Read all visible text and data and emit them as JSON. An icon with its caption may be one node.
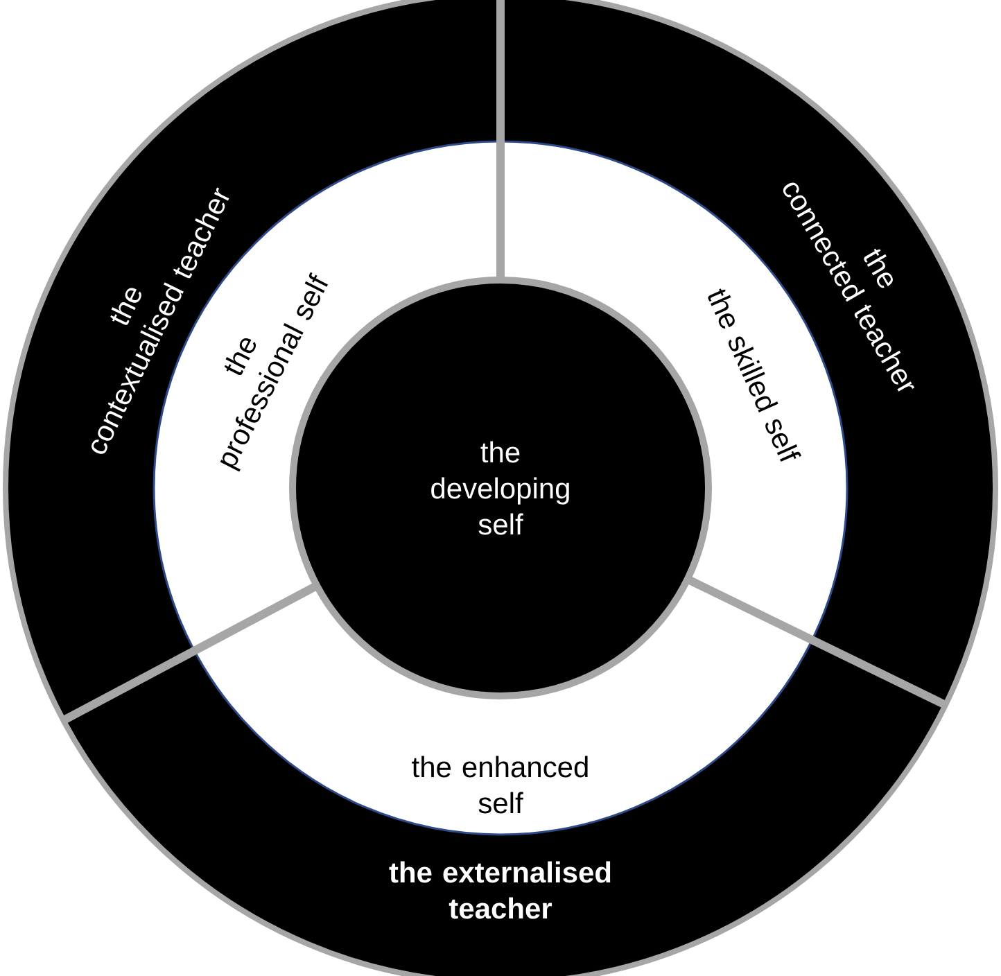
{
  "diagram": {
    "nodes": [
      {
        "text": [
          "the contextualised teacher"
        ]
      },
      {
        "text": [
          "the connected teacher"
        ]
      },
      {
        "text": [
          "the professional self"
        ]
      },
      {
        "text": [
          "the skilled self"
        ]
      },
      {
        "text": [
          "the developing self"
        ]
      },
      {
        "text": [
          "the enhanced self"
        ]
      },
      {
        "text": [
          "the externalised teacher"
        ]
      }
    ]
  }
}
